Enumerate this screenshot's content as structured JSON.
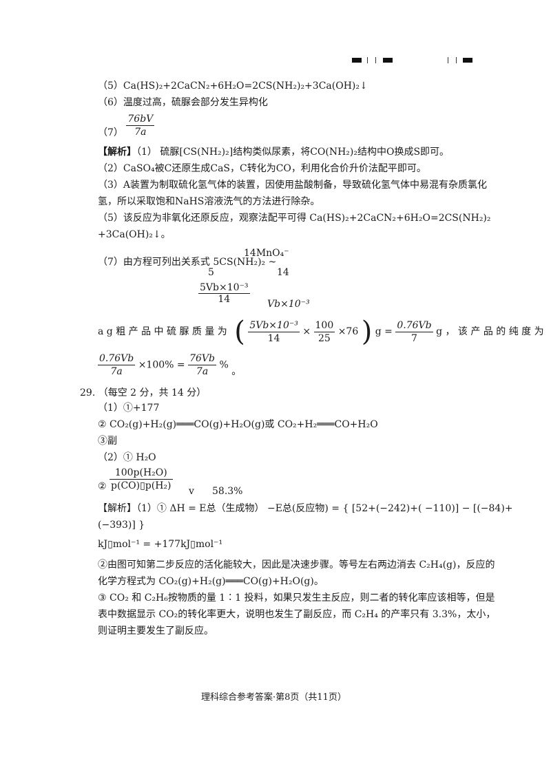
{
  "lines": {
    "l5": "（5）Ca(HS)₂+2CaCN₂+6H₂O=2CS(NH₂)₂+3Ca(OH)₂↓",
    "l6": "（6）温度过高，硫脲会部分发生异构化",
    "l7_prefix": "（7）",
    "l7_num": "76bV",
    "l7_den": "7a",
    "an_tag": "【解析】",
    "an1": "（1） 硫脲[CS(NH₂)₂]结构类似尿素，将CO(NH₂)₂结构中O换成S即可。",
    "an2": "（2）CaSO₄被C还原生成CaS，C转化为CO，利用化合价升价法配平即可。",
    "an3a": "（3）A装置为制取硫化氢气体的装置，因使用盐酸制备，导致硫化氢气体中易混有杂质氯化",
    "an3b": "氢，所以采取饱和NaHS溶液洗气的方法进行除杂。",
    "an5a": "（5）该反应为非氧化还原反应，观察法配平可得 Ca(HS)₂+2CaCN₂+6H₂O=2CS(NH₂)₂",
    "an5b": "+3Ca(OH)₂↓。",
    "an7a": "（7）由方程可列出关系式 5CS(NH₂)₂ ~",
    "an7_mno": "14MnO₄⁻",
    "an7_5": "5",
    "an7_14": "14",
    "an7_fnum": "5Vb×10⁻³",
    "an7_fden": "14",
    "an7_vb": "Vb×10⁻³",
    "an7_mass_prefix": "a g 粗 产 品 中 硫 脲 质 量 为",
    "an7_m1num": "5Vb×10⁻³",
    "an7_m1den": "14",
    "an7_m2num": "100",
    "an7_m2den": "25",
    "an7_m_tail": "×76",
    "an7_g_eq": "g =",
    "an7_rnum": "0.76Vb",
    "an7_rden": "7",
    "an7_g": "g",
    "an7_purity": "， 该 产 品 的 纯 度 为",
    "an7_p1num": "0.76Vb",
    "an7_p1den": "7a",
    "an7_p_mid": "×100% =",
    "an7_p2num": "76Vb",
    "an7_p2den": "7a",
    "an7_pct": "%",
    "an7_end": "。",
    "q29": "29.  （每空 2 分，共 14 分）",
    "q29_1": "（1）①+177",
    "q29_2": "② CO₂(g)+H₂(g)═══CO(g)+H₂O(g)或 CO₂+H₂═══CO+H₂O",
    "q29_3": "③副",
    "q29_4": "（2）① H₂O",
    "q29_5_pre": "②",
    "q29_5_num": "100p(H₂O)",
    "q29_5_den": "p(CO)▯p(H₂)",
    "q29_5_v": "v",
    "q29_5_pct": "58.3%",
    "an29a": "【解析】（1）① ΔH = E总（生成物） −E总(反应物) = { [52+(−242)+( −110)] − [(−84)+",
    "an29b": "(−393)] }",
    "an29c": "kJ▯mol⁻¹ = +177kJ▯mol⁻¹",
    "an29d": "②由图可知第二步反应的活化能较大，因此是决速步骤。等号左右两边消去 C₂H₄(g)，反应的",
    "an29e": "化学方程式为 CO₂(g)+H₂(g)═══CO(g)+H₂O(g)。",
    "an29f": "③ CO₂ 和 C₂H₆按物质的量 1∶1 投料，如果只发生主反应，则二者的转化率应该相等，但是",
    "an29g": "表中数据显示 CO₂的转化率更大，说明也发生了副反应，而 C₂H₄ 的产率只有 3.3%，太小，",
    "an29h": "则证明主要发生了副反应。"
  },
  "footer": "理科综合参考答案·第8页（共11页）"
}
